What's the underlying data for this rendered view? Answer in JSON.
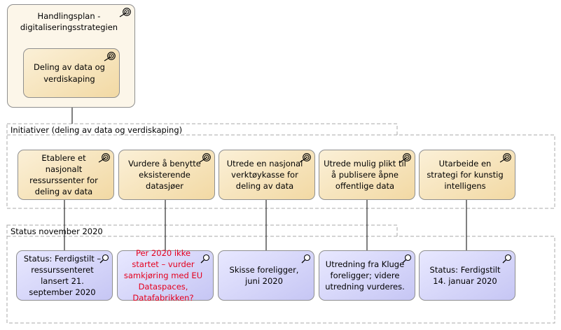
{
  "outer_goal": {
    "label": "Handlingsplan - digitaliseringsstrategien"
  },
  "inner_goal": {
    "label": "Deling av data og verdiskaping"
  },
  "initiatives_group": {
    "label": "Initiativer (deling av data og verdiskaping)"
  },
  "status_group": {
    "label": "Status november 2020"
  },
  "initiatives": [
    {
      "label": "Etablere et nasjonalt ressurssenter for deling av data"
    },
    {
      "label": "Vurdere å benytte eksisterende datasjøer"
    },
    {
      "label": "Utrede en nasjonal verktøykasse for deling av data"
    },
    {
      "label": "Utrede mulig plikt til å publisere åpne offentlige data"
    },
    {
      "label": "Utarbeide en strategi for kunstig intelligens"
    }
  ],
  "statuses": [
    {
      "label": "Status: Ferdigstilt – ressurssenteret lansert 21. september 2020",
      "color": "#000000"
    },
    {
      "label": "Per 2020 ikke startet – vurder samkjøring med EU Dataspaces, Datafabrikken?",
      "color": "#e5001e"
    },
    {
      "label": "Skisse foreligger, juni 2020",
      "color": "#000000"
    },
    {
      "label": "Utredning fra Kluge foreligger; videre utredning vurderes.",
      "color": "#000000"
    },
    {
      "label": "Status: Ferdigstilt 14. januar 2020",
      "color": "#000000"
    }
  ],
  "icons": {
    "goal": "target-icon",
    "assessment": "magnifier-icon"
  }
}
